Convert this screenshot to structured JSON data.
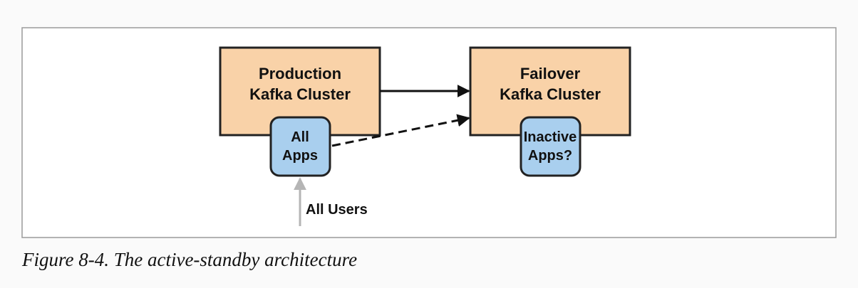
{
  "diagram": {
    "production_cluster": {
      "line1": "Production",
      "line2": "Kafka Cluster"
    },
    "failover_cluster": {
      "line1": "Failover",
      "line2": "Kafka Cluster"
    },
    "all_apps": {
      "line1": "All",
      "line2": "Apps"
    },
    "inactive_apps": {
      "line1": "Inactive",
      "line2": "Apps?"
    },
    "users_label": "All Users"
  },
  "caption": "Figure 8-4. The active-standby architecture",
  "colors": {
    "cluster_fill": "#f9d2a8",
    "app_fill": "#a9cfee",
    "border": "#222222",
    "users_arrow": "#b5b5b5",
    "frame": "#9a9a9a"
  }
}
